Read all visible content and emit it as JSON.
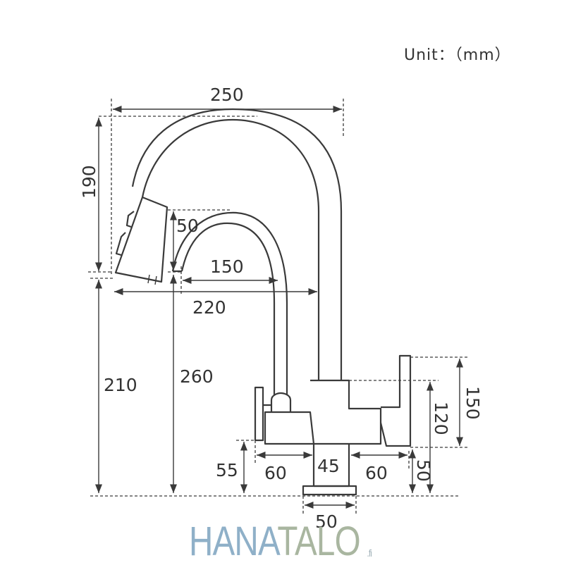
{
  "unit_label": "Unit：（mm）",
  "dimensions": {
    "top_width": "250",
    "spout_height": "190",
    "head_height": "50",
    "inner_reach": "150",
    "total_reach": "220",
    "left_height": "210",
    "center_height": "260",
    "base_height": "55",
    "left_body": "60",
    "center_body": "45",
    "right_body": "60",
    "right_lever": "150",
    "right_body_height": "120",
    "right_base": "50",
    "base_width": "50"
  },
  "brand": {
    "part1": "HANA",
    "part2": "TALO",
    "suffix": ".fi"
  }
}
